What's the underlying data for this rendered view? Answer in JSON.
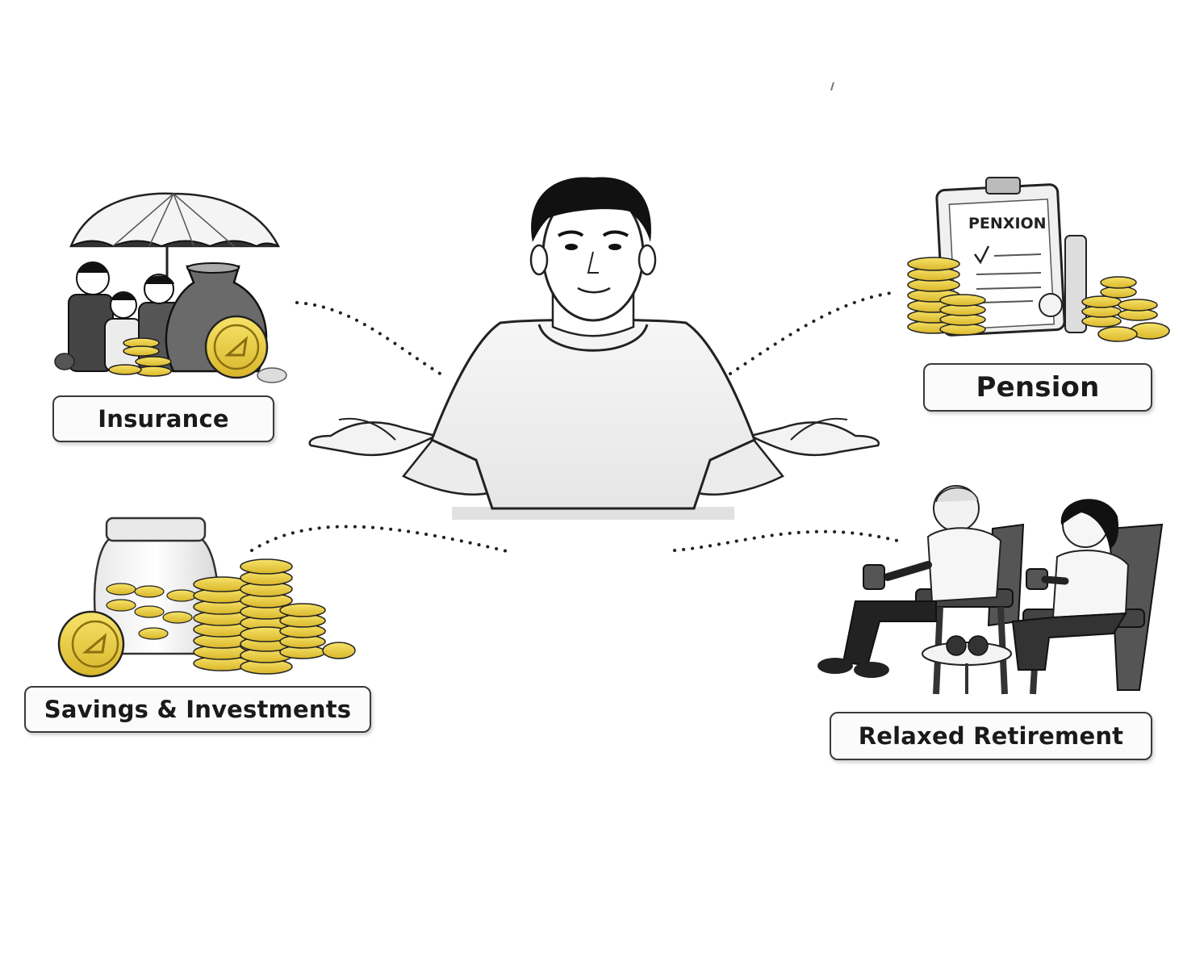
{
  "labels": {
    "insurance": "Insurance",
    "pension": "Pension",
    "savings": "Savings & Investments",
    "retirement": "Relaxed Retirement"
  },
  "clipboard_text": "PENXION",
  "colors": {
    "ink": "#1a1a1a",
    "coin_gold": "#f2d33a",
    "coin_shadow": "#c9a91c",
    "paper": "#fbfbfb"
  }
}
